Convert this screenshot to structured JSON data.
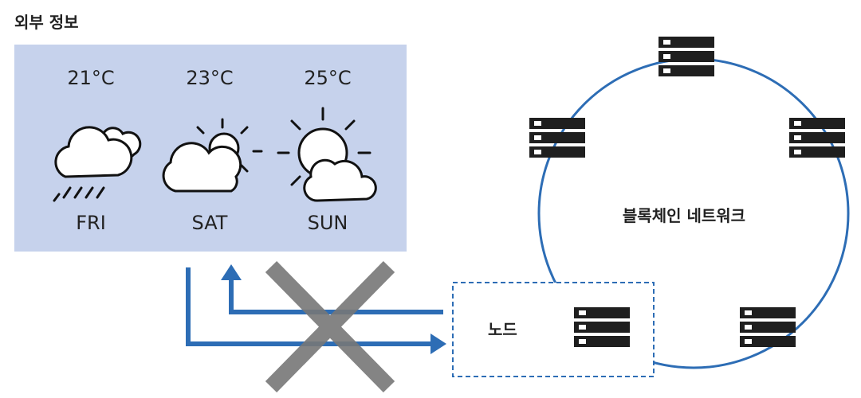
{
  "header": {
    "title": "외부 정보"
  },
  "weather": {
    "days": [
      {
        "temp": "21°C",
        "day": "FRI",
        "icon": "cloud-rain-icon"
      },
      {
        "temp": "23°C",
        "day": "SAT",
        "icon": "partly-cloudy-icon"
      },
      {
        "temp": "25°C",
        "day": "SUN",
        "icon": "sunny-cloud-icon"
      }
    ]
  },
  "diagram": {
    "node_label": "노드",
    "network_label": "블록체인 네트워크",
    "colors": {
      "arrow": "#2d6db5",
      "circle": "#2d6db5",
      "cross": "#777777",
      "server": "#1f1f1f",
      "panel": "#c6d2ec"
    }
  }
}
